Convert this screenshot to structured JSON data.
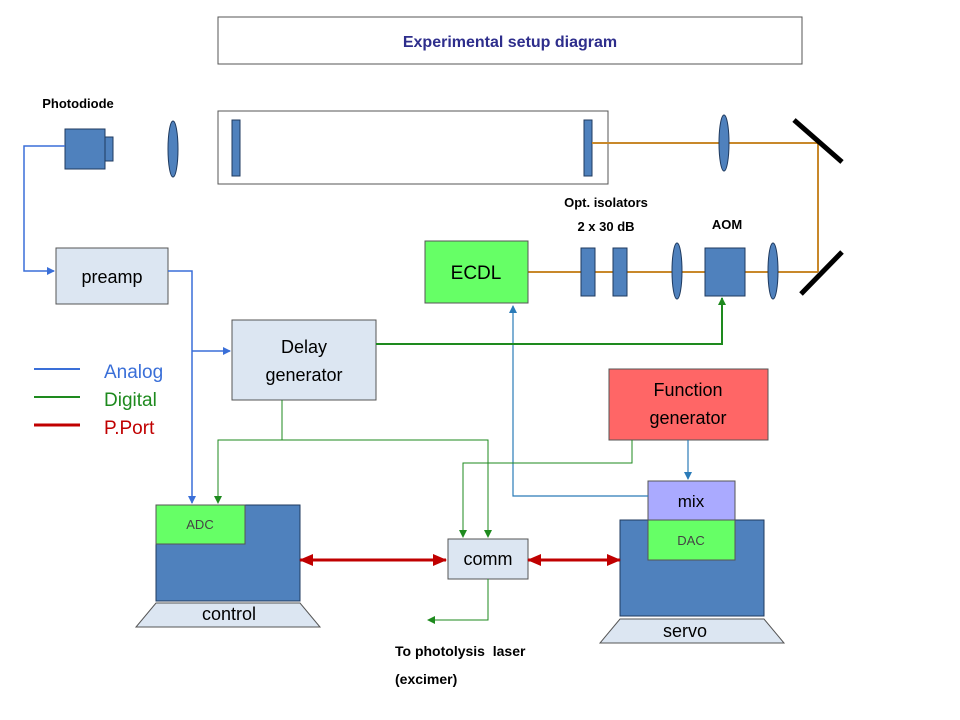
{
  "title": "Experimental setup diagram",
  "labels": {
    "photodiode": "Photodiode",
    "opt_isolators_line1": "Opt. isolators",
    "opt_isolators_line2": "2 x 30 dB",
    "aom": "AOM",
    "to_photolysis_line1": "To photolysis  laser",
    "to_photolysis_line2": "(excimer)"
  },
  "blocks": {
    "preamp": "preamp",
    "ecdl": "ECDL",
    "delay_line1": "Delay",
    "delay_line2": "generator",
    "function_line1": "Function",
    "function_line2": "generator",
    "mix": "mix",
    "dac": "DAC",
    "adc": "ADC",
    "comm": "comm",
    "control": "control",
    "servo": "servo"
  },
  "legend": {
    "analog": "Analog",
    "digital": "Digital",
    "pport": "P.Port"
  },
  "colors": {
    "analog": "#3a6fd8",
    "digital": "#1e8a1e",
    "pport": "#c00000",
    "beam": "#c8882a",
    "title_text": "#2e2e8c",
    "optic_blue": "#4f81bd",
    "block_light": "#dce6f2",
    "ecdl_green": "#66ff66",
    "function_red": "#ff6666",
    "mix_purple": "#aaaaff",
    "dac_adc_green": "#66ff66"
  }
}
